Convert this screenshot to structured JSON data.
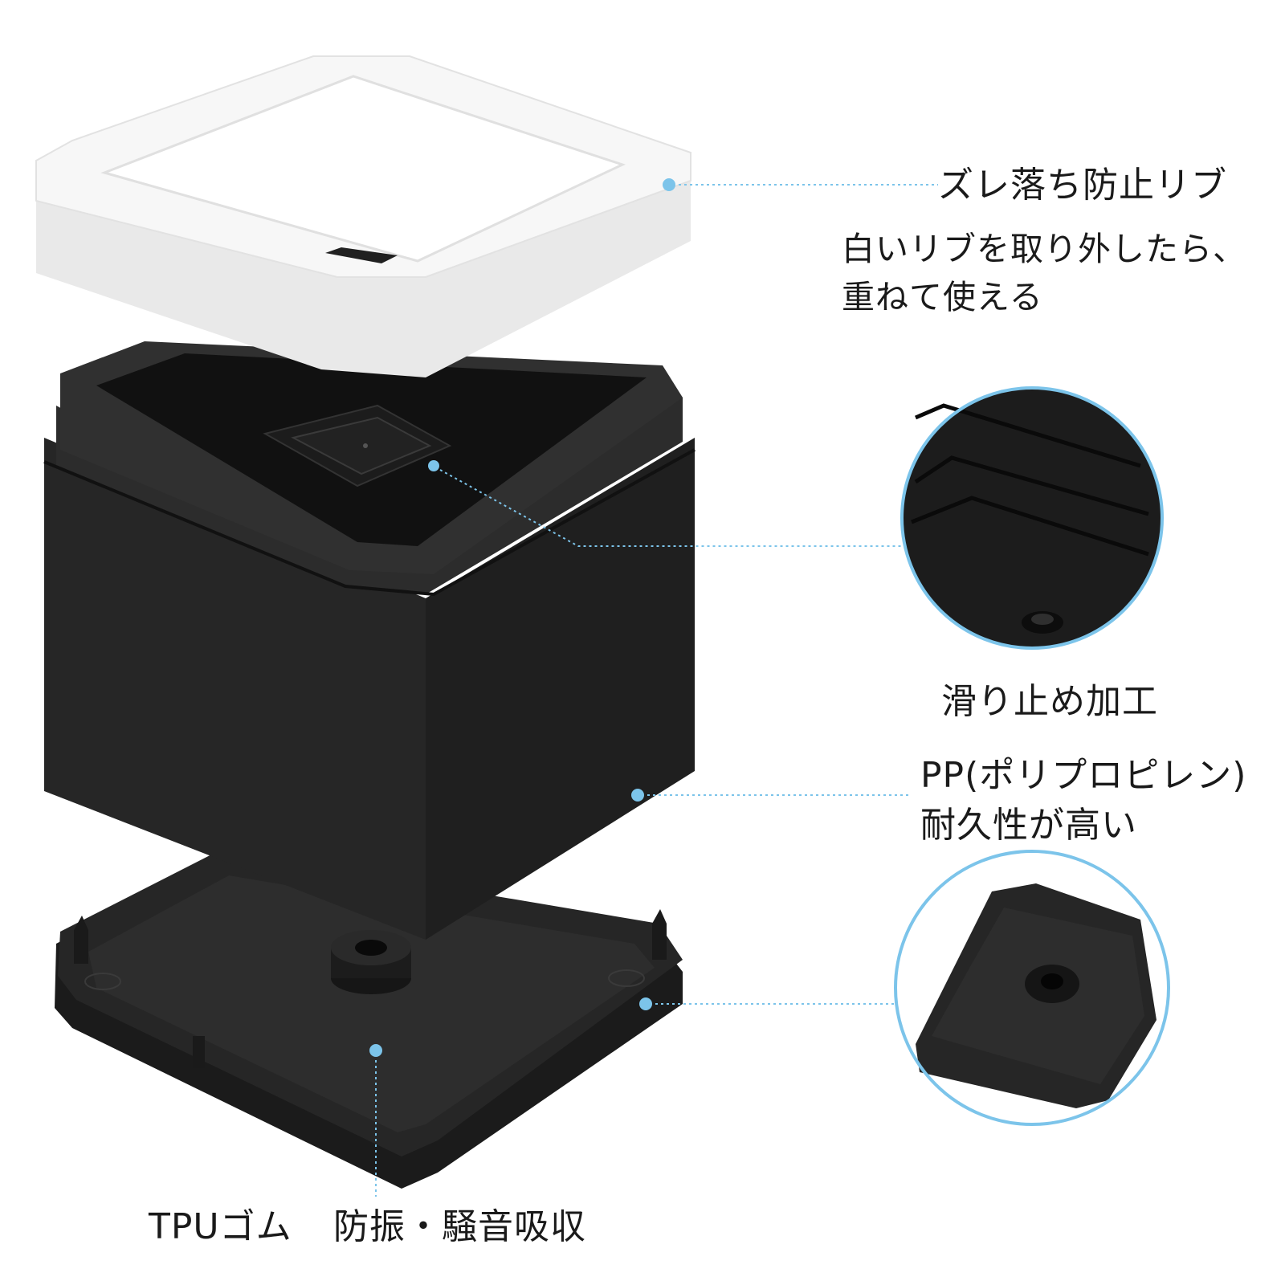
{
  "callouts": {
    "rib": {
      "title": "ズレ落ち防止リブ",
      "desc_line1": "白いリブを取り外したら、",
      "desc_line2": "重ねて使える"
    },
    "anti_slip": {
      "label": "滑り止め加工"
    },
    "material": {
      "line1": "PP(ポリプロピレン)",
      "line2": "耐久性が高い"
    },
    "rubber": {
      "material_label": "TPUゴム",
      "feature_label": "防振・騒音吸収"
    }
  },
  "colors": {
    "accent": "#7cc4ea",
    "body": "#262626",
    "body_dark": "#141414",
    "rib_white": "#f7f7f7",
    "text": "#1a1a1a"
  }
}
